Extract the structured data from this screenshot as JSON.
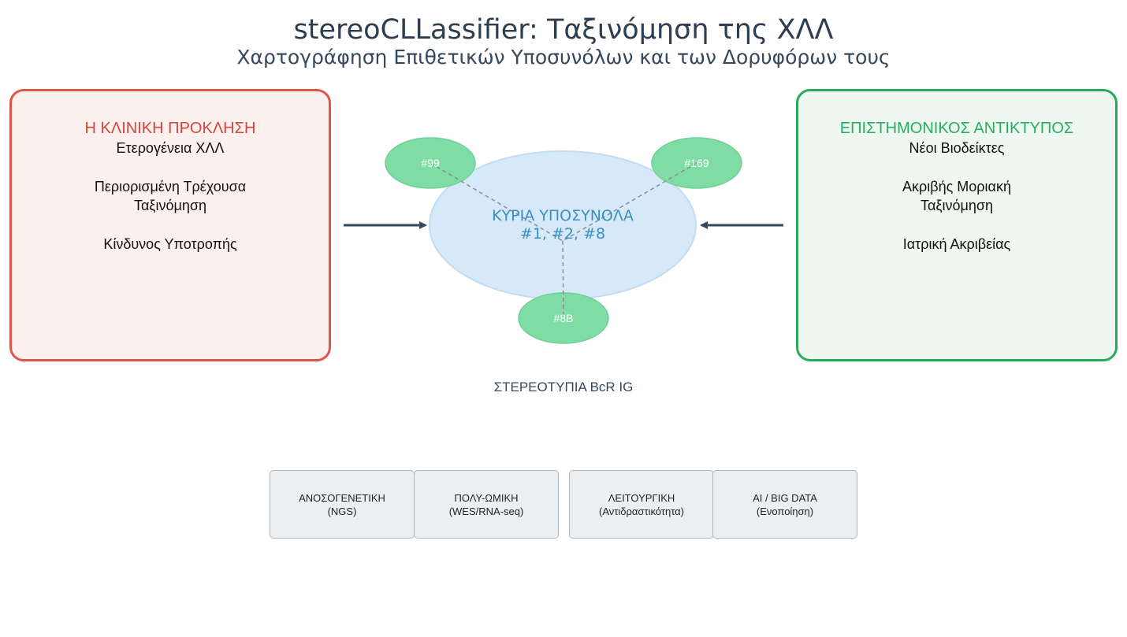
{
  "title": "stereoCLLassifier: Ταξινόμηση της ΧΛΛ",
  "subtitle": "Χαρτογράφηση Επιθετικών Υποσυνόλων και των Δορυφόρων τους",
  "left_panel": {
    "heading": "Η ΚΛΙΝΙΚΗ ΠΡΟΚΛΗΣΗ",
    "items": [
      "Ετερογένεια ΧΛΛ",
      "Περιορισμένη Τρέχουσα\nΤαξινόμηση",
      "Κίνδυνος Υποτροπής"
    ]
  },
  "right_panel": {
    "heading": "ΕΠΙΣΤΗΜΟΝΙΚΟΣ ΑΝΤΙΚΤΥΠΟΣ",
    "items": [
      "Νέοι Βιοδείκτες",
      "Ακριβής Μοριακή\nΤαξινόμηση",
      "Ιατρική Ακριβείας"
    ]
  },
  "diagram": {
    "core_label_line1": "ΚΥΡΙΑ ΥΠΟΣΥΝΟΛΑ",
    "core_label_line2": "#1, #2, #8",
    "satellites": [
      "#99",
      "#169",
      "#8B"
    ],
    "caption": "ΣΤΕΡΕΟΤΥΠΙΑ BcR IG",
    "colors": {
      "core_fill": "#d6e9f8",
      "core_text": "#3a8fc5",
      "satellite_fill": "#7fdca4",
      "arrow": "#34495e"
    }
  },
  "methods": [
    {
      "line1": "ΑΝΟΣΟΓΕΝΕΤΙΚΗ",
      "line2": "(NGS)"
    },
    {
      "line1": "ΠΟΛΥ-ΩΜΙΚΗ",
      "line2": "(WES/RNA-seq)"
    },
    {
      "line1": "ΛΕΙΤΟΥΡΓΙΚΗ",
      "line2": "(Αντιδραστικότητα)"
    },
    {
      "line1": "AI / BIG DATA",
      "line2": "(Ενοποίηση)"
    }
  ]
}
